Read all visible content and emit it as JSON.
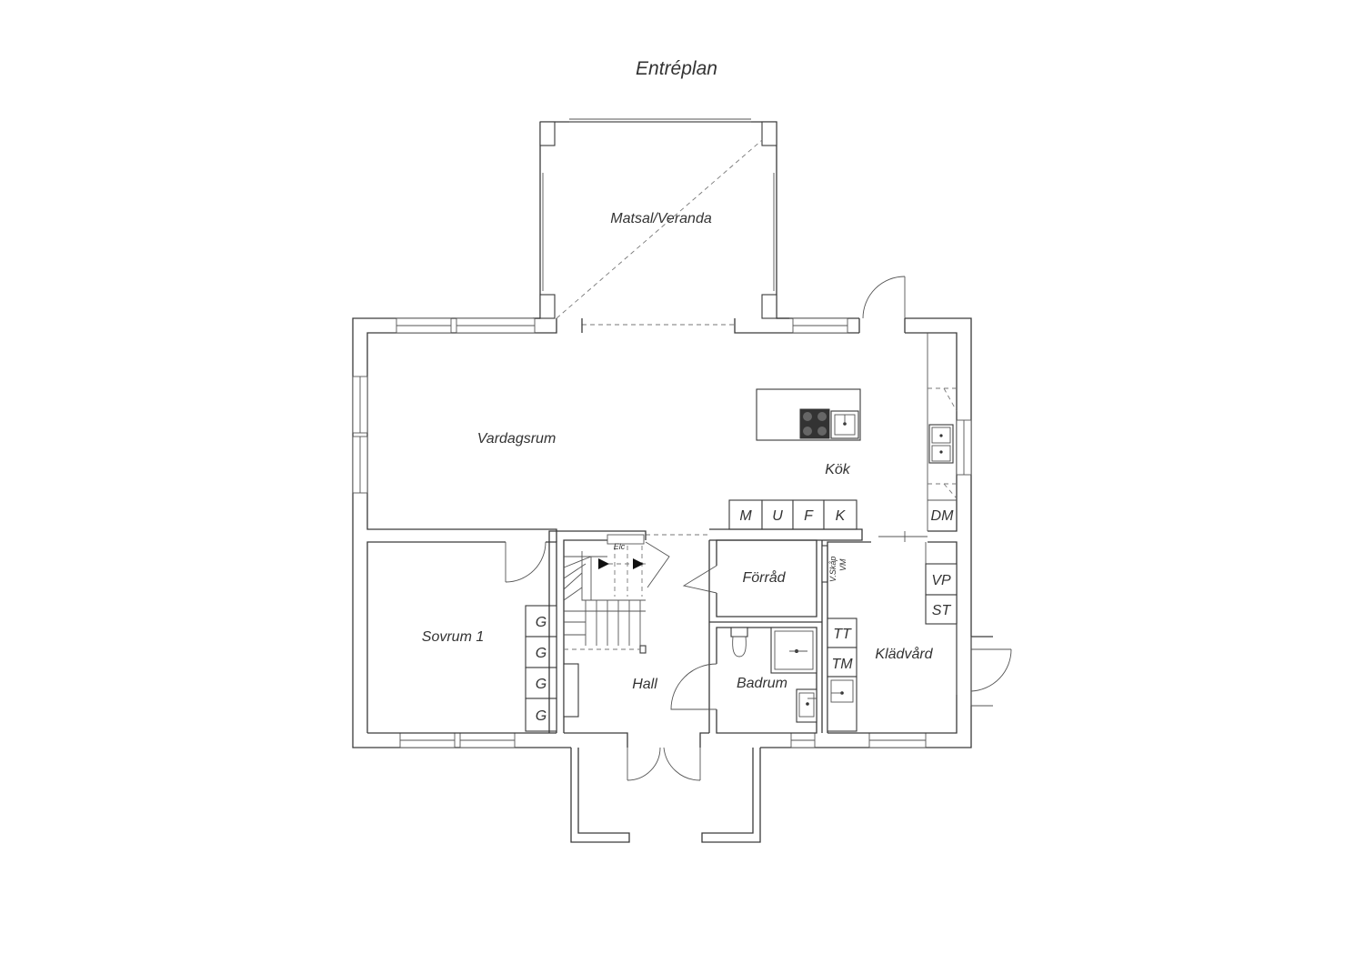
{
  "title": "Entréplan",
  "rooms": {
    "matsal": "Matsal/Veranda",
    "vardagsrum": "Vardagsrum",
    "kok": "Kök",
    "sovrum": "Sovrum 1",
    "hall": "Hall",
    "forrad": "Förråd",
    "badrum": "Badrum",
    "kladvard": "Klädvård"
  },
  "appliances": {
    "m": "M",
    "u": "U",
    "f": "F",
    "k": "K",
    "dm": "DM",
    "vp": "VP",
    "st": "ST",
    "tt": "TT",
    "tm": "TM",
    "g": [
      "G",
      "G",
      "G",
      "G"
    ]
  },
  "annotations": {
    "elc": "Elc",
    "vskap": "V.Skåp",
    "vm": "VM"
  }
}
